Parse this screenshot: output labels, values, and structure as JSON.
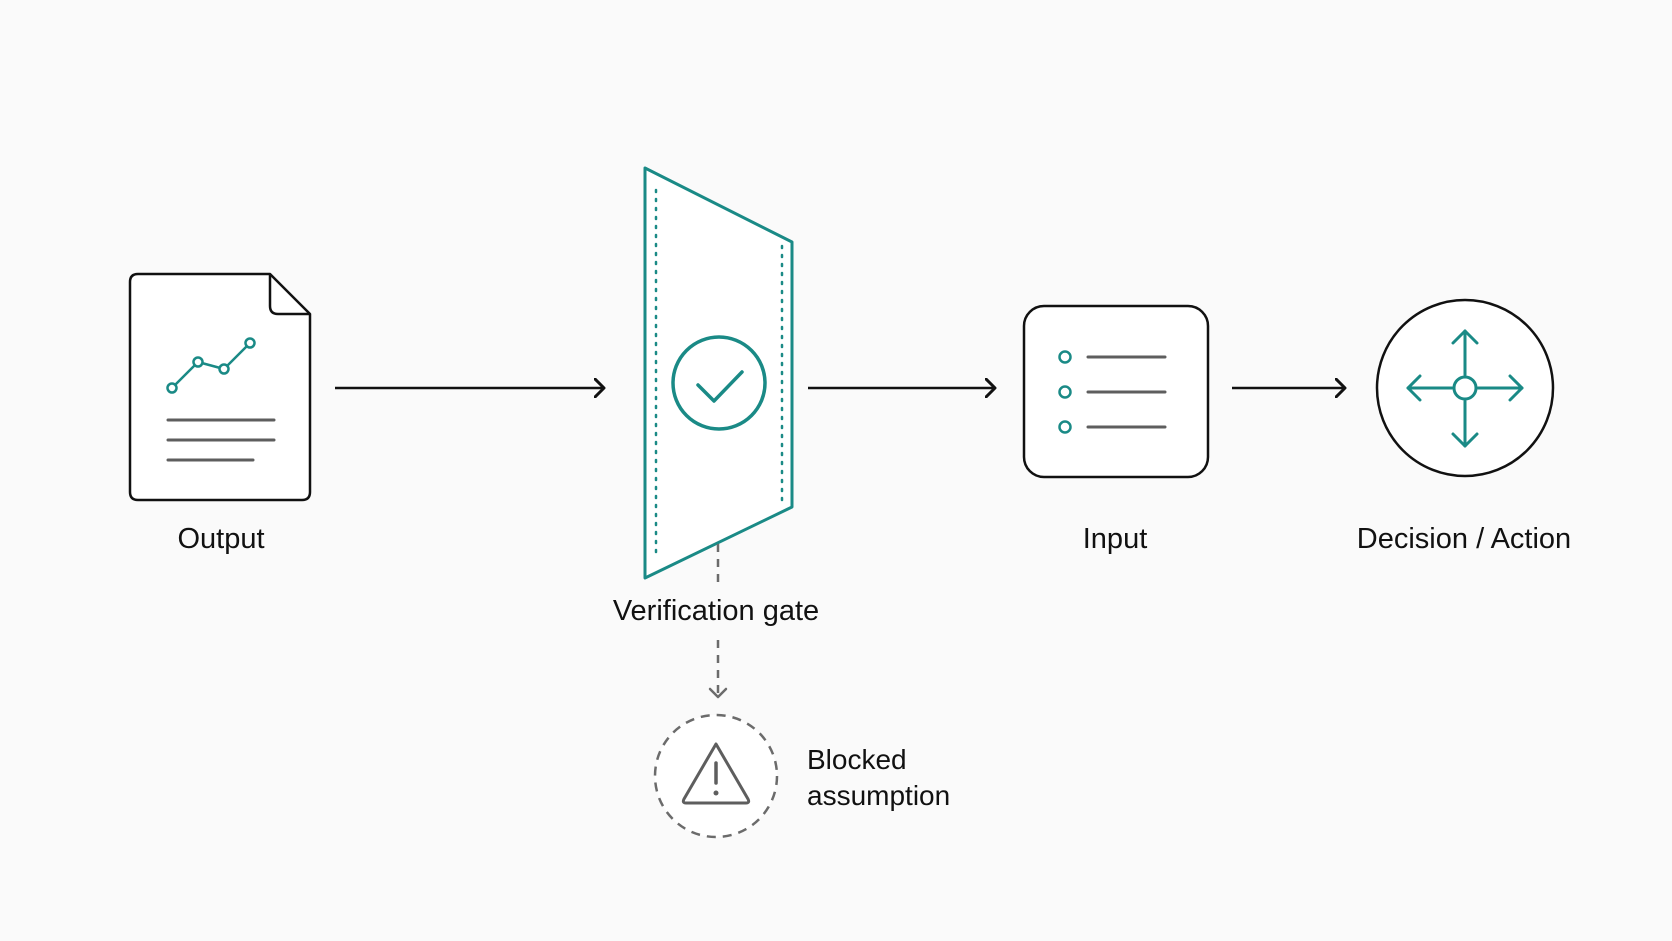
{
  "colors": {
    "background": "#fafafa",
    "outline": "#111111",
    "accent": "#1a8a86",
    "muted": "#5e5e5e",
    "dashed": "#6b6b6b"
  },
  "nodes": {
    "output": {
      "label": "Output",
      "icon": "document-chart-icon"
    },
    "gate": {
      "label": "Verification gate",
      "icon": "checkmark-circle-icon"
    },
    "input": {
      "label": "Input",
      "icon": "bullet-list-icon"
    },
    "decision": {
      "label": "Decision / Action",
      "icon": "four-way-arrows-icon"
    },
    "blocked": {
      "label_line1": "Blocked",
      "label_line2": "assumption",
      "icon": "warning-triangle-icon"
    }
  },
  "edges": [
    {
      "from": "Output",
      "to": "Verification gate",
      "style": "solid"
    },
    {
      "from": "Verification gate",
      "to": "Input",
      "style": "solid"
    },
    {
      "from": "Input",
      "to": "Decision / Action",
      "style": "solid"
    },
    {
      "from": "Verification gate",
      "to": "Blocked assumption",
      "style": "dashed"
    }
  ]
}
